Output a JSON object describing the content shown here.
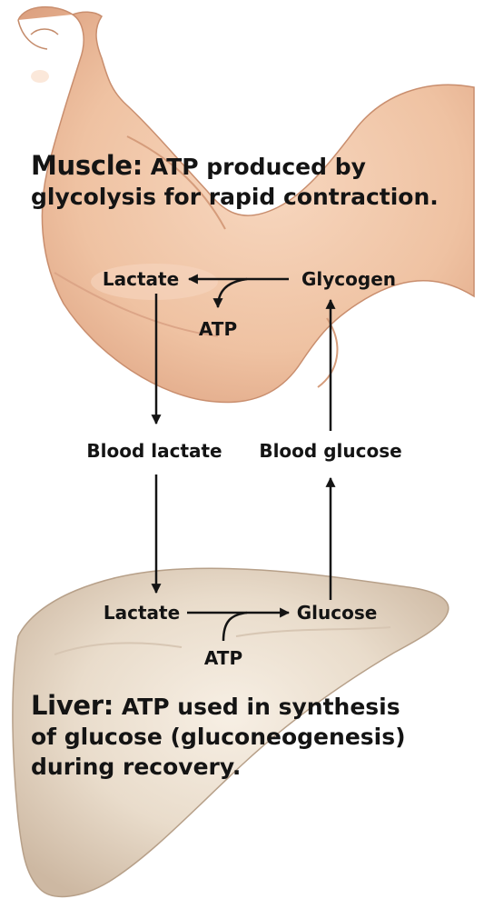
{
  "muscle": {
    "heading": "Muscle:",
    "caption_lines": [
      "ATP produced by",
      "glycolysis for rapid contraction."
    ]
  },
  "liver": {
    "heading": "Liver:",
    "caption_lines": [
      "ATP used in synthesis",
      "of glucose (gluconeogenesis)",
      "during recovery."
    ]
  },
  "nodes": {
    "muscle_lactate": "Lactate",
    "muscle_glycogen": "Glycogen",
    "muscle_atp": "ATP",
    "blood_lactate": "Blood lactate",
    "blood_glucose": "Blood glucose",
    "liver_lactate": "Lactate",
    "liver_glucose": "Glucose",
    "liver_atp": "ATP"
  },
  "colors": {
    "skin": "#f0c4a4",
    "skin_shadow": "#d99d7c",
    "liver": "#e6d6c4",
    "liver_edge": "#b39d88",
    "ink": "#141414"
  }
}
